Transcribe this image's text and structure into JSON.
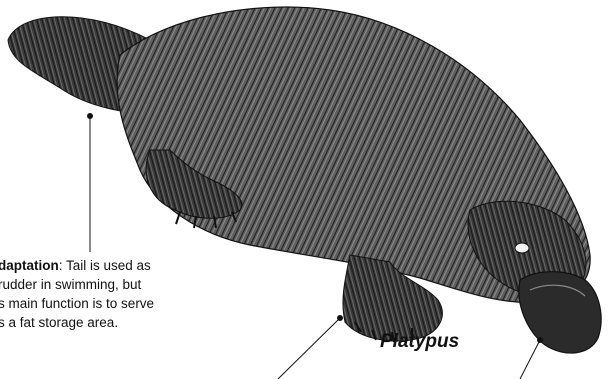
{
  "figure": {
    "title": "Platypus",
    "caption": {
      "term": "daptation",
      "lines": [
        ": Tail is used as",
        "rudder in swimming, but",
        "s main function is to serve",
        "s a fat storage area."
      ]
    }
  },
  "colors": {
    "ink": "#111111",
    "fur_dark": "#2a2a2a",
    "fur_mid": "#6b6b6b",
    "background": "#ffffff"
  },
  "icon_names": [
    "platypus-illustration"
  ]
}
